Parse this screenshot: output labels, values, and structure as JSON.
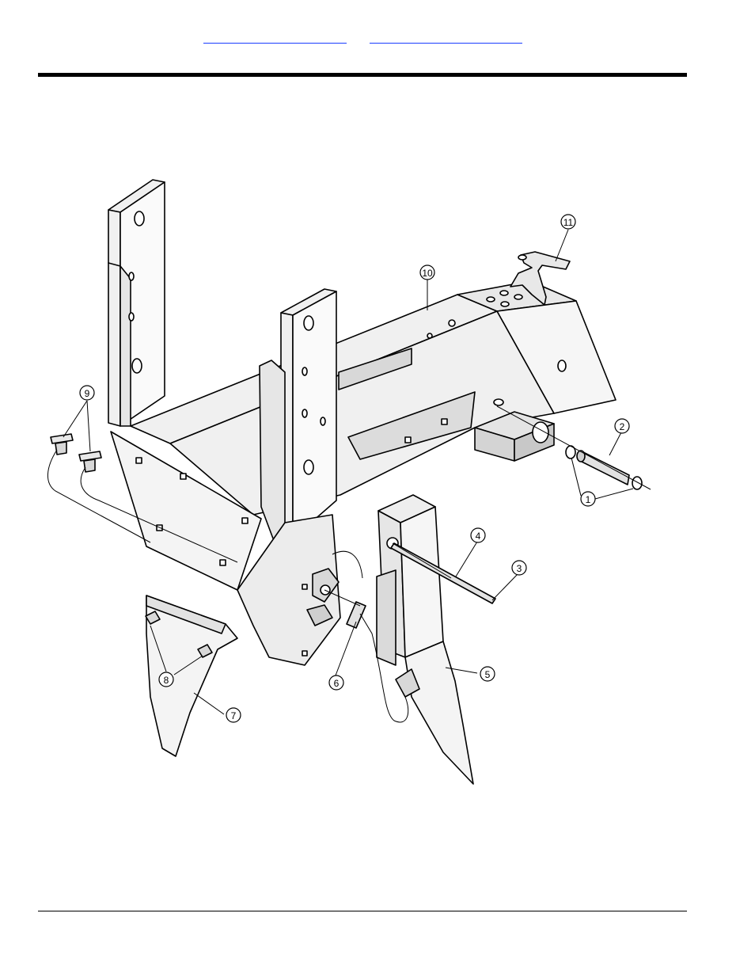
{
  "header": {
    "links": [
      {
        "label": ""
      },
      {
        "label": ""
      }
    ]
  },
  "diagram": {
    "callouts": [
      {
        "number": "1"
      },
      {
        "number": "2"
      },
      {
        "number": "3"
      },
      {
        "number": "4"
      },
      {
        "number": "5"
      },
      {
        "number": "6"
      },
      {
        "number": "7"
      },
      {
        "number": "8"
      },
      {
        "number": "9"
      },
      {
        "number": "10"
      },
      {
        "number": "11"
      }
    ]
  }
}
